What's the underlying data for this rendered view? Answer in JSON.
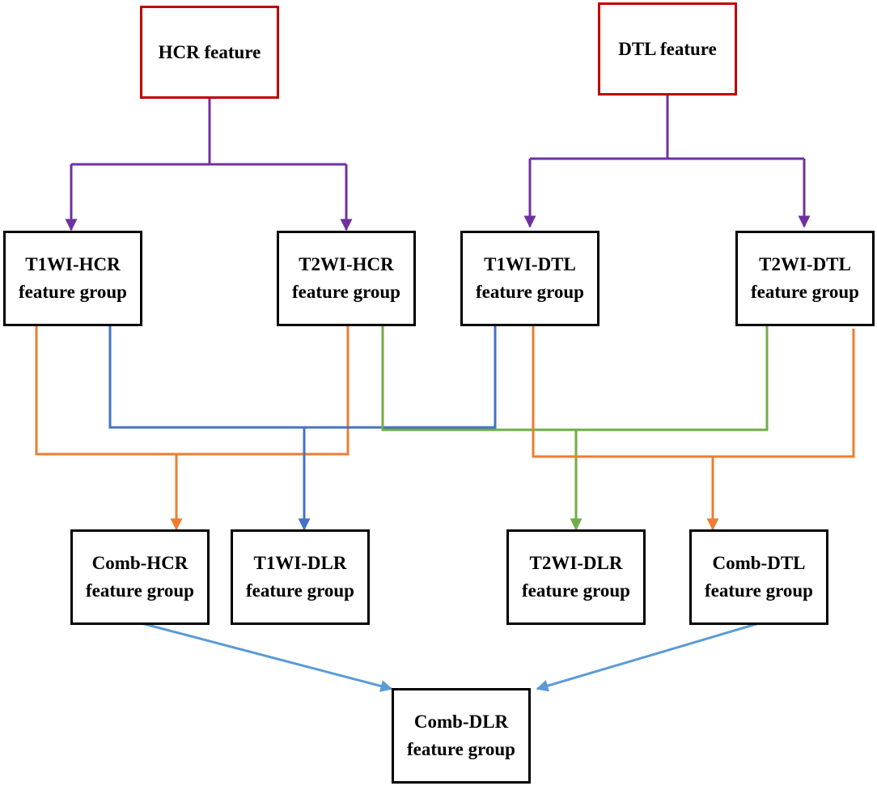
{
  "nodes": {
    "hcr_feature": {
      "label": "HCR feature"
    },
    "dtl_feature": {
      "label": "DTL feature"
    },
    "t1wi_hcr": {
      "line1": "T1WI-HCR",
      "line2": "feature group"
    },
    "t2wi_hcr": {
      "line1": "T2WI-HCR",
      "line2": "feature group"
    },
    "t1wi_dtl": {
      "line1": "T1WI-DTL",
      "line2": "feature group"
    },
    "t2wi_dtl": {
      "line1": "T2WI-DTL",
      "line2": "feature group"
    },
    "comb_hcr": {
      "line1": "Comb-HCR",
      "line2": "feature group"
    },
    "t1wi_dlr": {
      "line1": "T1WI-DLR",
      "line2": "feature group"
    },
    "t2wi_dlr": {
      "line1": "T2WI-DLR",
      "line2": "feature group"
    },
    "comb_dtl": {
      "line1": "Comb-DTL",
      "line2": "feature group"
    },
    "comb_dlr": {
      "line1": "Comb-DLR",
      "line2": "feature group"
    }
  },
  "colors": {
    "source_border": "#c00000",
    "box_border": "#000000",
    "purple_connector": "#7030a0",
    "orange_connector": "#ed7d31",
    "blue_connector": "#4472c4",
    "green_connector": "#70ad47",
    "light_blue_connector": "#5b9bd5"
  }
}
